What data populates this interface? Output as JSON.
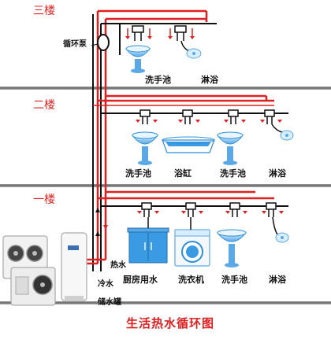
{
  "title": "生活热水循环图",
  "floors": {
    "third": "三楼",
    "second": "二楼",
    "first": "一楼"
  },
  "labels": {
    "pump": "循环泵",
    "hot_water": "热水",
    "cold_water": "冷水",
    "tank": "储水罐"
  },
  "fixtures": {
    "f3_basin": "洗手池",
    "f3_shower": "淋浴",
    "f2_basin_1": "洗手池",
    "f2_bathtub": "浴缸",
    "f2_basin_2": "洗手池",
    "f2_shower": "淋浴",
    "f1_kitchen": "厨房用水",
    "f1_washer": "洗衣机",
    "f1_basin": "洗手池",
    "f1_shower": "淋浴"
  },
  "colors": {
    "hot_pipe": "#e02020",
    "cold_pipe": "#111111",
    "floor_slab": "#7f7f7f",
    "fixture_blue": "#2f8fd8",
    "floor_text": "#e02020"
  }
}
